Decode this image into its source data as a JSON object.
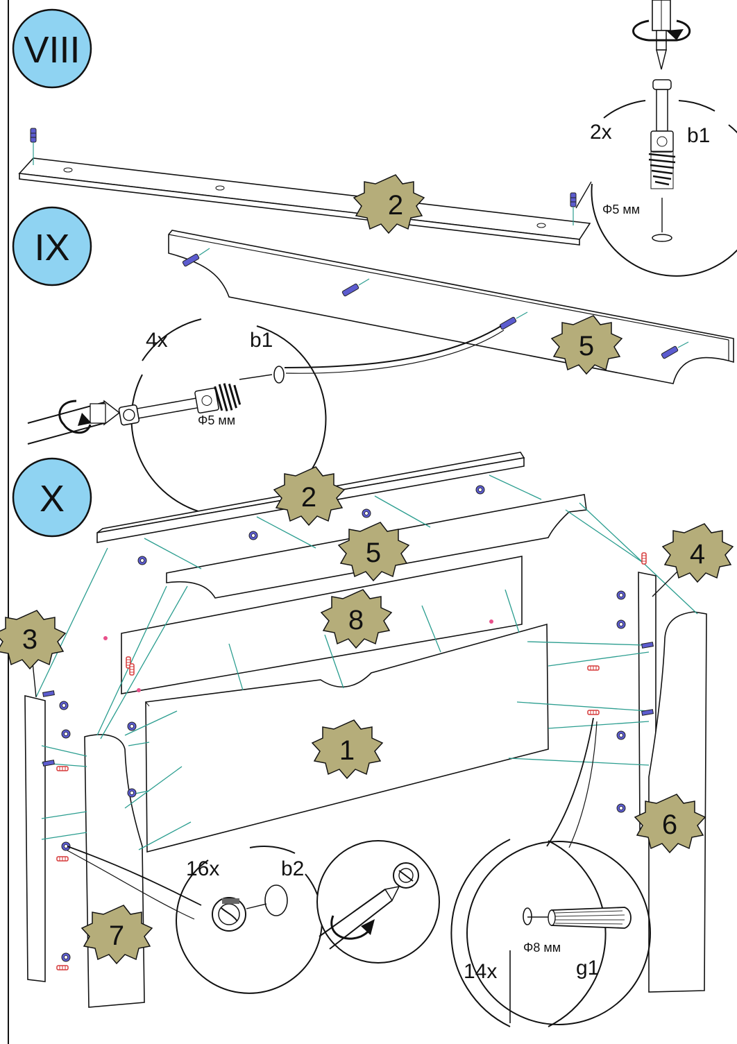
{
  "steps": [
    "VIII",
    "IX",
    "X"
  ],
  "parts": {
    "p2_viii": "2",
    "p5_ix": "5",
    "p2_x": "2",
    "p5_x": "5",
    "p8": "8",
    "p1": "1",
    "p3": "3",
    "p4": "4",
    "p6": "6",
    "p7": "7"
  },
  "callouts": {
    "viii": {
      "qty": "2x",
      "code": "b1",
      "dia": "Φ5 мм"
    },
    "ix": {
      "qty": "4x",
      "code": "b1",
      "dia": "Φ5 мм"
    },
    "cam": {
      "qty": "16x",
      "code": "b2"
    },
    "dowel": {
      "qty": "14x",
      "code": "g1",
      "dia": "Φ8 мм"
    }
  },
  "colors": {
    "step_fill": "#8fd3f2",
    "part_fill": "#b5ad7a",
    "guide_line": "#2a9d8f",
    "screw": "#5c5ccf",
    "dowel_red": "#d63a3a",
    "pin_pink": "#e8508a"
  },
  "icons": [
    "screwdriver-icon",
    "rotate-arrow-icon",
    "cam-bolt-icon",
    "cam-lock-icon",
    "dowel-icon",
    "flat-screwdriver-icon"
  ]
}
